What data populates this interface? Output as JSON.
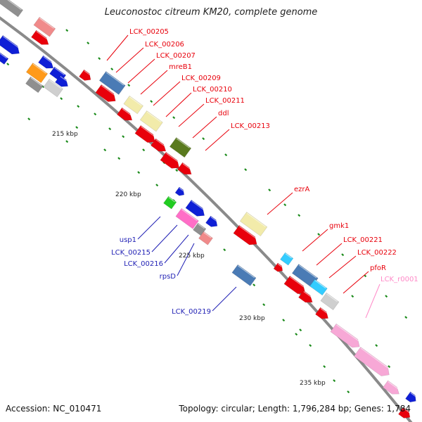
{
  "title": "Leuconostoc citreum KM20, complete genome",
  "footer": {
    "accession": "Accession: NC_010471",
    "summary": "Topology: circular; Length: 1,796,284 bp; Genes: 1,784"
  },
  "colors": {
    "backbone": "#8a8a8a",
    "forward_gene": "#e8000b",
    "reverse_gene": "#0f1fd6",
    "steelblue": "#4a7bb5",
    "khaki": "#f2ebaa",
    "olive": "#5a7a1e",
    "salmon": "#f08a8a",
    "gray": "#8f8f8f",
    "lightgray": "#cfcfcf",
    "orange": "#ff9a1a",
    "pink": "#ff6ec7",
    "lightpink": "#f7a8d6",
    "green": "#22cc22",
    "cyan": "#33ccff",
    "tick": "#1a8a1a",
    "forward_label": "#e8000b",
    "reverse_label": "#1e1eb4",
    "rrna_label": "#ff8ac8"
  },
  "scale_labels": [
    "215 kbp",
    "220 kbp",
    "225 kbp",
    "230 kbp",
    "235 kbp"
  ],
  "labels": {
    "forward": [
      "LCK_00205",
      "LCK_00206",
      "LCK_00207",
      "mreB1",
      "LCK_00209",
      "LCK_00210",
      "LCK_00211",
      "ddl",
      "LCK_00213",
      "ezrA",
      "gmk1",
      "LCK_00221",
      "LCK_00222",
      "pfoR"
    ],
    "reverse": [
      "usp1",
      "LCK_00215",
      "LCK_00216",
      "rpsD",
      "LCK_00219"
    ],
    "rrna": [
      "LCK_r0001"
    ]
  }
}
